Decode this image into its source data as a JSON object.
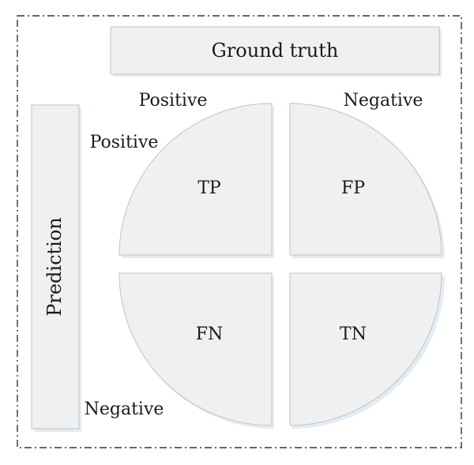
{
  "ground_truth": {
    "title": "Ground truth",
    "positive_label": "Positive",
    "negative_label": "Negative"
  },
  "prediction": {
    "title": "Prediction",
    "positive_label": "Positive",
    "negative_label": "Negative"
  },
  "cells": {
    "tp": "TP",
    "fp": "FP",
    "fn": "FN",
    "tn": "TN"
  },
  "colors": {
    "box_fill": "#f0f0f0",
    "box_stroke": "#bfc2c6",
    "frame_stroke": "#333333",
    "shadow": "#e2ecf5"
  }
}
